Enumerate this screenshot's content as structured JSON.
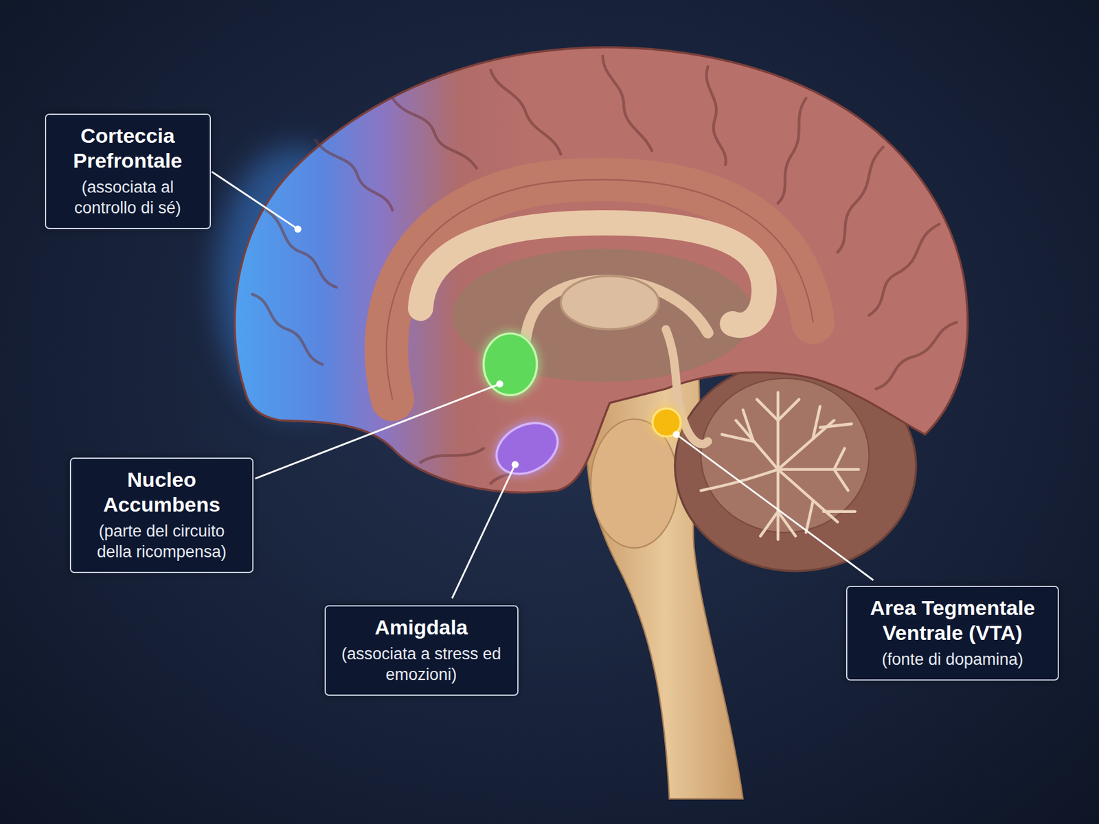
{
  "diagram": {
    "nodes": [
      {
        "text": [
          "Corteccia Prefrontale",
          "(associata al controllo di sé)"
        ]
      },
      {
        "text": [
          "Nucleo Accumbens",
          "(parte del circuito della ricompensa)"
        ]
      },
      {
        "text": [
          "Amigdala",
          "(associata a stress ed emozioni)"
        ]
      },
      {
        "text": [
          "Area Tegmentale Ventrale (VTA)",
          "(fonte di dopamina)"
        ]
      }
    ]
  }
}
